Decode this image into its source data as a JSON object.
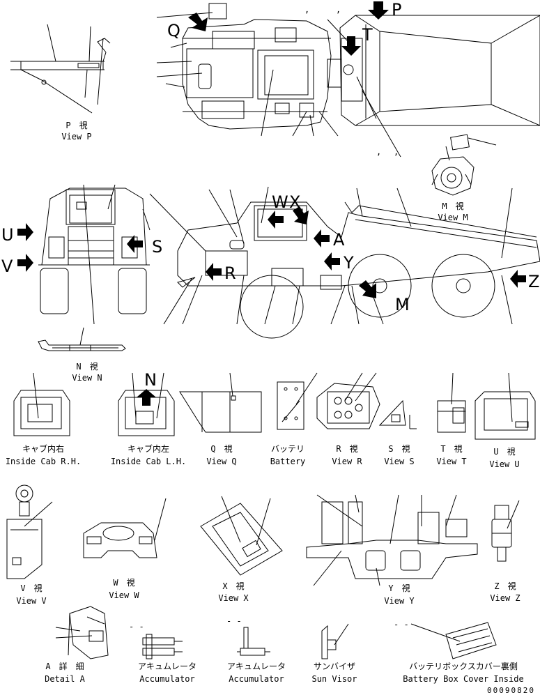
{
  "views": {
    "p": {
      "jp": "P　視",
      "en": "View P"
    },
    "m": {
      "jp": "M　視",
      "en": "View M"
    },
    "n": {
      "jp": "N　視",
      "en": "View N"
    },
    "cab_rh": {
      "jp": "キャブ内右",
      "en": "Inside Cab R.H."
    },
    "cab_lh": {
      "jp": "キャブ内左",
      "en": "Inside Cab L.H."
    },
    "q": {
      "jp": "Q　視",
      "en": "View Q"
    },
    "battery": {
      "jp": "バッテリ",
      "en": "Battery"
    },
    "r": {
      "jp": "R　視",
      "en": "View R"
    },
    "s": {
      "jp": "S　視",
      "en": "View S"
    },
    "t": {
      "jp": "T　視",
      "en": "View T"
    },
    "u": {
      "jp": "U　視",
      "en": "View U"
    },
    "v": {
      "jp": "V　視",
      "en": "View V"
    },
    "w": {
      "jp": "W　視",
      "en": "View W"
    },
    "x": {
      "jp": "X　視",
      "en": "View X"
    },
    "y": {
      "jp": "Y　視",
      "en": "View Y"
    },
    "z": {
      "jp": "Z　視",
      "en": "View Z"
    },
    "detail_a": {
      "jp": "A　詳　細",
      "en": "Detail A"
    },
    "accumulator1": {
      "jp": "アキュムレータ",
      "en": "Accumulator"
    },
    "accumulator2": {
      "jp": "アキュムレータ",
      "en": "Accumulator"
    },
    "sun_visor": {
      "jp": "サンバイザ",
      "en": "Sun Visor"
    },
    "battery_cover": {
      "jp": "バッテリボックスカバー裏側",
      "en": "Battery Box Cover Inside"
    }
  },
  "markers": {
    "p": "P",
    "q": "Q",
    "t": "T",
    "u": "U",
    "v": "V",
    "s": "S",
    "w": "W",
    "x": "X",
    "a": "A",
    "y": "Y",
    "r": "R",
    "m": "M",
    "z": "Z",
    "n": "N"
  },
  "drawing_number": "00090820"
}
